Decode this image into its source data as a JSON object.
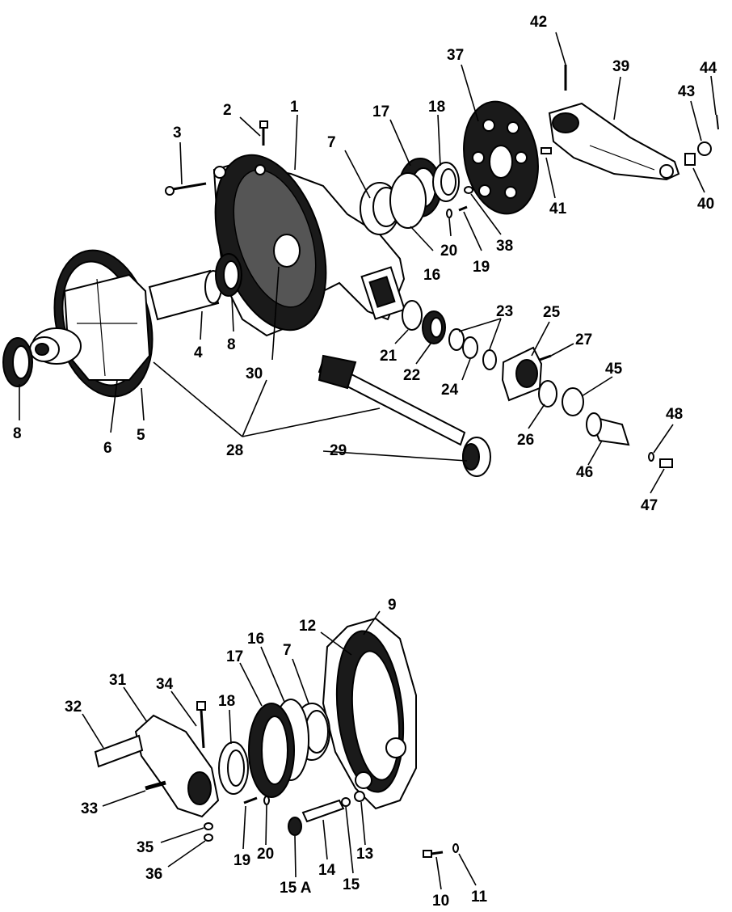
{
  "labels": {
    "l1": "1",
    "l2": "2",
    "l3": "3",
    "l4": "4",
    "l5": "5",
    "l6": "6",
    "l7": "7",
    "l8a": "8",
    "l8b": "8",
    "l9": "9",
    "l10": "10",
    "l11": "11",
    "l12": "12",
    "l13": "13",
    "l14": "14",
    "l15": "15",
    "l15a": "15 A",
    "l16a": "16",
    "l16b": "16",
    "l17a": "17",
    "l17b": "17",
    "l18a": "18",
    "l18b": "18",
    "l19a": "19",
    "l19b": "19",
    "l20a": "20",
    "l20b": "20",
    "l21": "21",
    "l22": "22",
    "l23": "23",
    "l24": "24",
    "l25": "25",
    "l26": "26",
    "l27": "27",
    "l28": "28",
    "l29": "29",
    "l30": "30",
    "l31": "31",
    "l32": "32",
    "l33": "33",
    "l34": "34",
    "l35": "35",
    "l36": "36",
    "l37": "37",
    "l38": "38",
    "l39": "39",
    "l40": "40",
    "l41": "41",
    "l42": "42",
    "l43": "43",
    "l44": "44",
    "l45": "45",
    "l46": "46",
    "l47": "47",
    "l48": "48",
    "l7b": "7"
  },
  "colors": {
    "ink": "#000000",
    "paper": "#ffffff"
  }
}
